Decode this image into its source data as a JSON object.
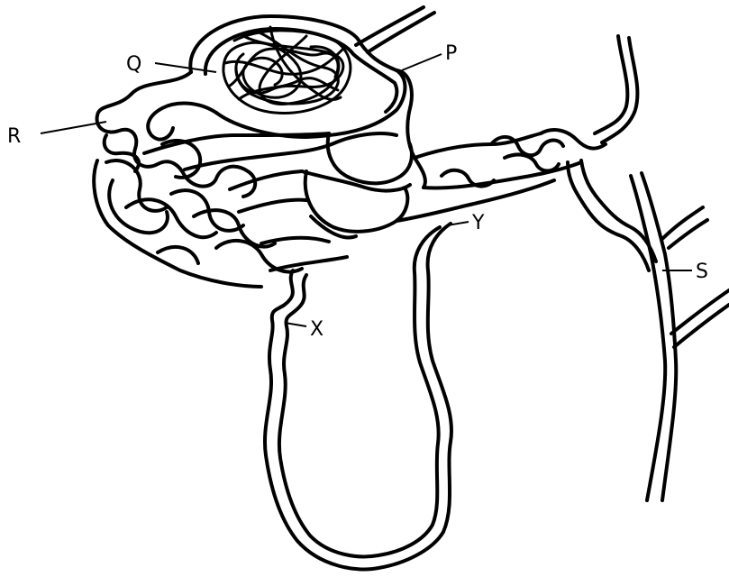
{
  "labels": {
    "P": "P",
    "Q": "Q",
    "R": "R",
    "S": "S",
    "X": "X",
    "Y": "Y"
  }
}
